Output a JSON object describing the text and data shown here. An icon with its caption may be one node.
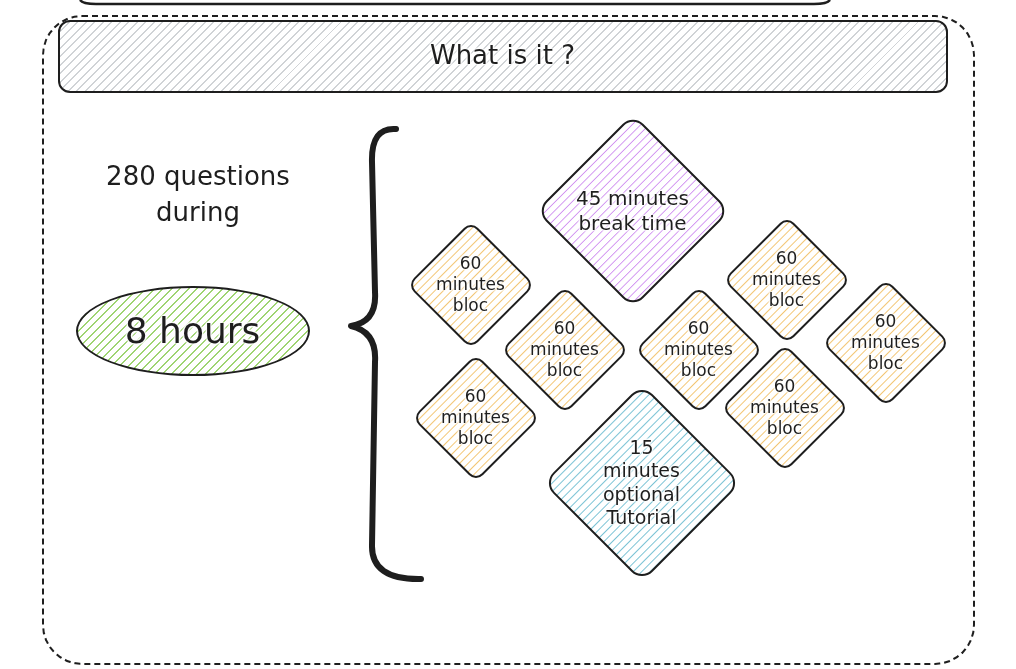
{
  "diagram": {
    "nodes": [
      {
        "text": [],
        "shape": "box"
      },
      {
        "text": [
          "What is it ?"
        ],
        "in": 0
      },
      {
        "text": [
          "8 hours"
        ],
        "in": 0
      },
      {
        "text": [
          "45 minutes break time"
        ],
        "in": 0
      },
      {
        "text": [
          "60 minutes bloc"
        ],
        "in": 0
      },
      {
        "text": [
          "60 minutes bloc"
        ],
        "in": 0
      },
      {
        "text": [
          "60 minutes bloc"
        ],
        "in": 0
      },
      {
        "text": [
          "60 minutes bloc"
        ],
        "in": 0
      },
      {
        "text": [
          "60 minutes bloc"
        ],
        "in": 0
      },
      {
        "text": [
          "60 minutes bloc"
        ],
        "in": 0
      },
      {
        "text": [
          "60 minutes bloc"
        ],
        "in": 0
      },
      {
        "text": [
          "15 minutes optional Tutorial"
        ],
        "in": 0
      }
    ],
    "labels": [
      "280 questions during"
    ]
  }
}
